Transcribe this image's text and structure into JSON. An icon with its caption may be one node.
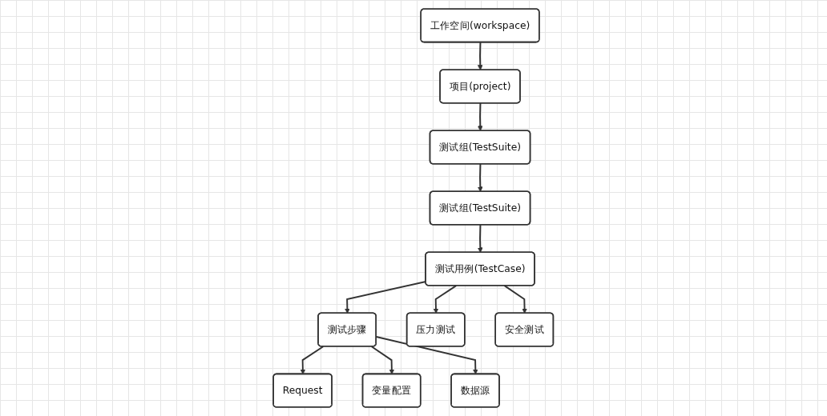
{
  "diagram": {
    "nodes": [
      {
        "text": [
          "工作空间(workspace)"
        ]
      },
      {
        "text": [
          "项目(project)"
        ]
      },
      {
        "text": [
          "测试组(TestSuite)"
        ]
      },
      {
        "text": [
          "测试组(TestSuite)"
        ]
      },
      {
        "text": [
          "测试用例(TestCase)"
        ]
      },
      {
        "text": [
          "测试步骤"
        ]
      },
      {
        "text": [
          "压力测试"
        ]
      },
      {
        "text": [
          "安全测试"
        ]
      },
      {
        "text": [
          "Request"
        ]
      },
      {
        "text": [
          "变量配置"
        ]
      },
      {
        "text": [
          "数据源"
        ]
      }
    ],
    "edges": [
      {
        "from": 0,
        "to": 1,
        "arrow": "to"
      },
      {
        "from": 1,
        "to": 2,
        "arrow": "to"
      },
      {
        "from": 2,
        "to": 3,
        "arrow": "to"
      },
      {
        "from": 3,
        "to": 4,
        "arrow": "to"
      },
      {
        "from": 4,
        "to": 5,
        "arrow": "to"
      },
      {
        "from": 4,
        "to": 6,
        "arrow": "to"
      },
      {
        "from": 4,
        "to": 7,
        "arrow": "to"
      },
      {
        "from": 5,
        "to": 8,
        "arrow": "to"
      },
      {
        "from": 5,
        "to": 9,
        "arrow": "to"
      },
      {
        "from": 5,
        "to": 10,
        "arrow": "to"
      }
    ]
  }
}
